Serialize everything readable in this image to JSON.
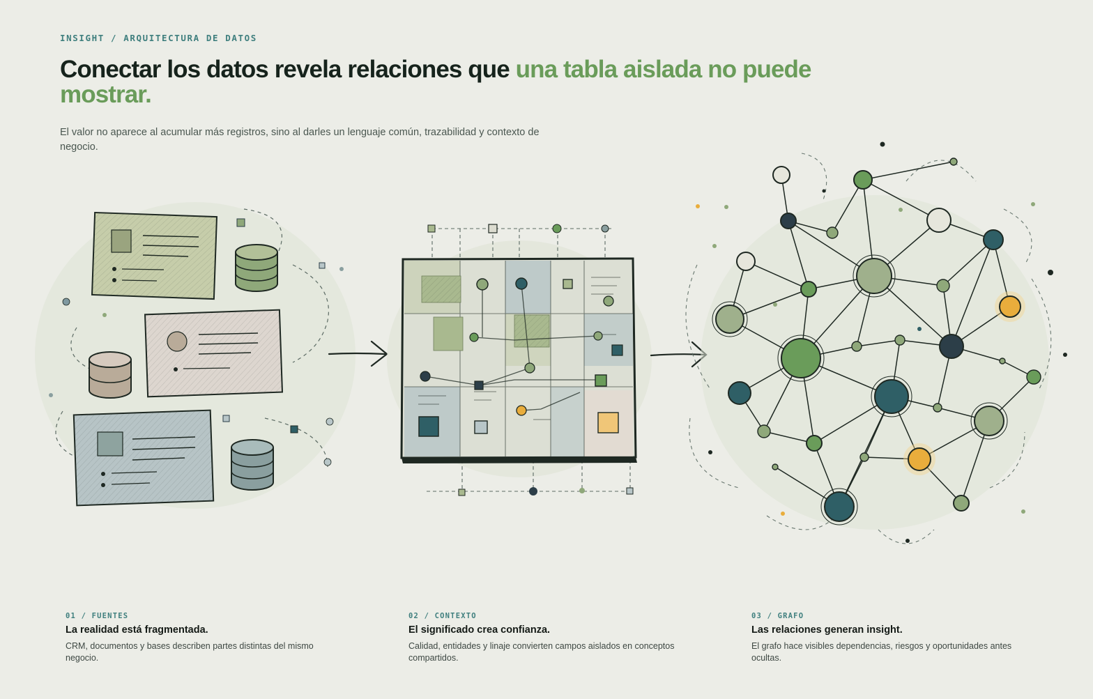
{
  "header": {
    "eyebrow": "INSIGHT / ARQUITECTURA DE DATOS",
    "title_main": "Conectar los datos revela relaciones que ",
    "title_accent": "una tabla aislada no puede mostrar.",
    "subtitle": "El valor no aparece al acumular más registros, sino al darles un lenguaje común, trazabilidad y contexto de negocio."
  },
  "steps": [
    {
      "number": "01 / FUENTES",
      "title": "La realidad está fragmentada.",
      "description": "CRM, documentos y bases describen partes distintas del mismo negocio."
    },
    {
      "number": "02 / CONTEXTO",
      "title": "El significado crea confianza.",
      "description": "Calidad, entidades y linaje convierten campos aislados en conceptos compartidos."
    },
    {
      "number": "03 / GRAFO",
      "title": "Las relaciones generan insight.",
      "description": "El grafo hace visibles dependencias, riesgos y oportunidades antes ocultas."
    }
  ],
  "colors": {
    "background": "#ecede7",
    "ink": "#1e2822",
    "green": "#6a9c5a",
    "olive": "#8fa87a",
    "teal": "#2f5f66",
    "navy": "#2c3e48",
    "amber": "#e9ad3c",
    "paper": "#c9d0b5",
    "blush": "#ded8d2",
    "steel": "#b8c6c8",
    "label_teal": "#3f7f7e"
  },
  "illustrations": {
    "sources": [
      "document-card-icon",
      "database-icon",
      "document-card-icon",
      "database-icon",
      "document-card-icon",
      "database-icon"
    ],
    "context": "data-grid-icon",
    "graph": "knowledge-graph-icon"
  }
}
